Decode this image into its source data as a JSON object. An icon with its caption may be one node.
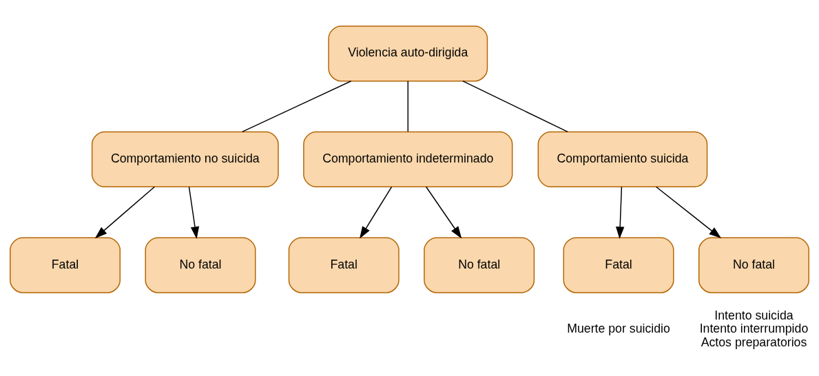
{
  "diagram": {
    "nodes": [
      {
        "text": [
          "Violencia auto-dirigida"
        ]
      },
      {
        "text": [
          "Comportamiento no suicida"
        ]
      },
      {
        "text": [
          "Comportamiento indeterminado"
        ]
      },
      {
        "text": [
          "Comportamiento suicida"
        ]
      },
      {
        "text": [
          "Fatal"
        ]
      },
      {
        "text": [
          "No fatal"
        ]
      },
      {
        "text": [
          "Fatal"
        ]
      },
      {
        "text": [
          "No fatal"
        ]
      },
      {
        "text": [
          "Fatal"
        ],
        "beside": [
          "Muerte por suicidio"
        ]
      },
      {
        "text": [
          "No fatal"
        ],
        "beside": [
          "Intento suicida",
          "Intento interrumpido",
          "Actos preparatorios"
        ]
      }
    ],
    "edges": [
      {
        "from": 0,
        "to": 1,
        "arrow": "none"
      },
      {
        "from": 0,
        "to": 2,
        "arrow": "none"
      },
      {
        "from": 0,
        "to": 3,
        "arrow": "none"
      },
      {
        "from": 1,
        "to": 4,
        "arrow": "to"
      },
      {
        "from": 1,
        "to": 5,
        "arrow": "to"
      },
      {
        "from": 2,
        "to": 6,
        "arrow": "to"
      },
      {
        "from": 2,
        "to": 7,
        "arrow": "to"
      },
      {
        "from": 3,
        "to": 8,
        "arrow": "to"
      },
      {
        "from": 3,
        "to": 9,
        "arrow": "to"
      }
    ]
  }
}
